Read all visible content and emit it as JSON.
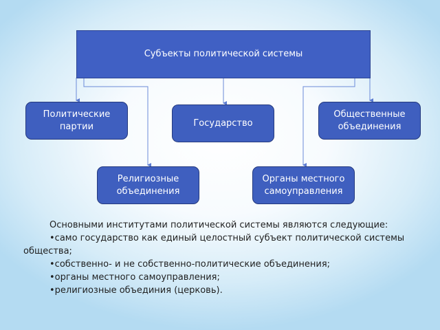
{
  "diagram": {
    "top": "Субъекты политической системы",
    "boxes": {
      "parties": "Политические\nпартии",
      "state": "Государство",
      "public": "Общественные\nобъединения",
      "religious": "Религиозные\nобъединения",
      "local": "Органы местного\nсамоуправления"
    }
  },
  "text": {
    "intro": "Основными институтами политической системы являются следующие:",
    "bullets": [
      "•само государство как единый целостный субъект политической системы общества;",
      "•собственно- и не собственно-политические объединения;",
      "•органы местного самоуправления;",
      "•религиозные объединия (церковь)."
    ]
  },
  "colors": {
    "box_fill": "#3f5fbf",
    "box_border": "#24397d",
    "connector": "#6a8ad8",
    "background": "#cfe8f7"
  }
}
